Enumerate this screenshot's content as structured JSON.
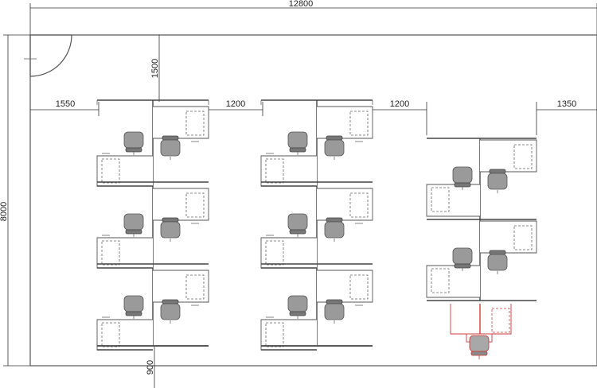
{
  "dimensions": {
    "total_width": "12800",
    "total_height": "8000",
    "top_clearance": "1500",
    "left_aisle": "1550",
    "aisle_1": "1200",
    "aisle_2": "1200",
    "right_aisle": "1350",
    "bottom_clearance": "900"
  },
  "colors": {
    "line": "#444444",
    "chair": "#9a9a9a",
    "highlight": "#d23a3a"
  },
  "icons": {
    "chair": "office-chair-icon",
    "door": "door-swing-icon"
  }
}
